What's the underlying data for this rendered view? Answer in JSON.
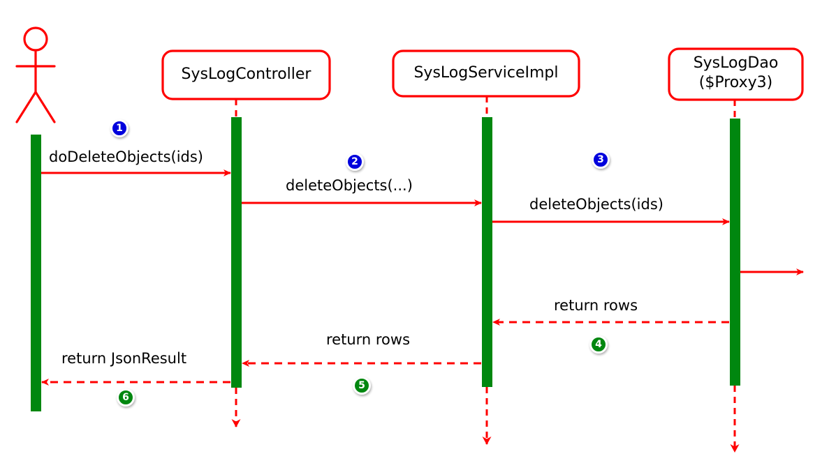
{
  "diagram": {
    "type": "uml-sequence-diagram",
    "title": "SysLog delete sequence",
    "colors": {
      "participant_border": "#FF0000",
      "participant_fill": "#FFFFFF",
      "lifeline": "#FF0000",
      "activation": "#00870F",
      "message_arrow": "#FF0000",
      "label_text": "#000000",
      "badge_blue": "#0000DD",
      "badge_green": "#00870F",
      "badge_ring": "#FFFFFF",
      "background": "#FFFFFF"
    },
    "participants": [
      {
        "id": "actor",
        "name": "",
        "kind": "actor",
        "line1": "",
        "line2": ""
      },
      {
        "id": "controller",
        "name": "SysLogController",
        "kind": "box",
        "line1": "SysLogController",
        "line2": ""
      },
      {
        "id": "service",
        "name": "SysLogServiceImpl",
        "kind": "box",
        "line1": "SysLogServiceImpl",
        "line2": ""
      },
      {
        "id": "dao",
        "name": "SysLogDao ($Proxy3)",
        "kind": "box",
        "line1": "SysLogDao",
        "line2": "($Proxy3)"
      }
    ],
    "messages": [
      {
        "seq": "1",
        "badge_color": "blue",
        "label": "doDeleteObjects(ids)",
        "from": "actor",
        "to": "controller",
        "style": "solid",
        "direction": "right"
      },
      {
        "seq": "2",
        "badge_color": "blue",
        "label": "deleteObjects(...)",
        "from": "controller",
        "to": "service",
        "style": "solid",
        "direction": "right"
      },
      {
        "seq": "3",
        "badge_color": "blue",
        "label": "deleteObjects(ids)",
        "from": "service",
        "to": "dao",
        "style": "solid",
        "direction": "right"
      },
      {
        "seq": "",
        "badge_color": "none",
        "label": "",
        "from": "dao",
        "to": "lost",
        "style": "solid",
        "direction": "right"
      },
      {
        "seq": "4",
        "badge_color": "green",
        "label": "return rows",
        "from": "dao",
        "to": "service",
        "style": "dashed",
        "direction": "left"
      },
      {
        "seq": "5",
        "badge_color": "green",
        "label": "return rows",
        "from": "service",
        "to": "controller",
        "style": "dashed",
        "direction": "left"
      },
      {
        "seq": "6",
        "badge_color": "green",
        "label": "return JsonResult",
        "from": "controller",
        "to": "actor",
        "style": "dashed",
        "direction": "left"
      }
    ],
    "labels": {
      "msg1": "doDeleteObjects(ids)",
      "msg2": "deleteObjects(...)",
      "msg3": "deleteObjects(ids)",
      "msg4": "return rows",
      "msg5": "return rows",
      "msg6": "return JsonResult",
      "controller_title": "SysLogController",
      "service_title": "SysLogServiceImpl",
      "dao_title_line1": "SysLogDao",
      "dao_title_line2": "($Proxy3)",
      "badge1": "1",
      "badge2": "2",
      "badge3": "3",
      "badge4": "4",
      "badge5": "5",
      "badge6": "6"
    }
  }
}
